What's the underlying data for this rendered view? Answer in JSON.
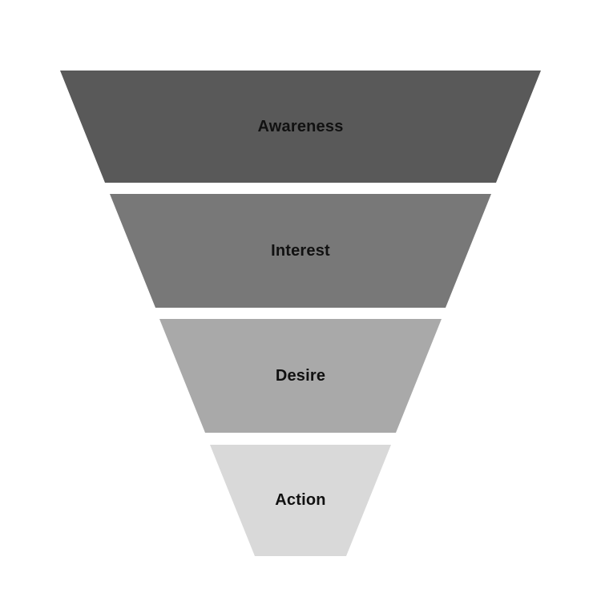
{
  "diagram": {
    "type": "funnel",
    "background_color": "#ffffff",
    "label_color": "#111111",
    "stages": [
      {
        "label": "Awareness",
        "color": "#595959"
      },
      {
        "label": "Interest",
        "color": "#787878"
      },
      {
        "label": "Desire",
        "color": "#a9a9a9"
      },
      {
        "label": "Action",
        "color": "#d9d9d9"
      }
    ]
  }
}
